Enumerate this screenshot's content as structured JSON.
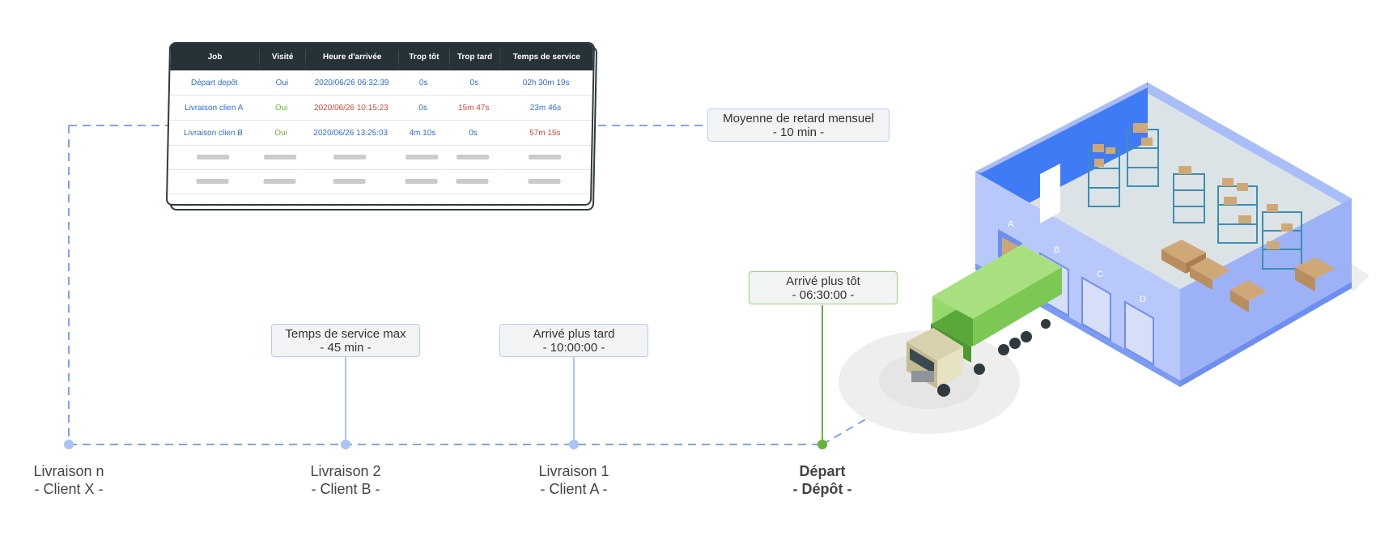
{
  "table": {
    "headers": [
      "Job",
      "Visité",
      "Heure d'arrivée",
      "Trop tôt",
      "Trop tard",
      "Temps de service"
    ],
    "rows": [
      {
        "job": "Départ depôt",
        "visited": "Oui",
        "arrival": "2020/06/26 06:32:39",
        "too_early": "0s",
        "too_late": "0s",
        "service": "02h 30m 19s"
      },
      {
        "job": "Livraison clien A",
        "visited": "Oui",
        "arrival": "2020/06/26 10:15:23",
        "too_early": "0s",
        "too_late": "15m 47s",
        "service": "23m 46s"
      },
      {
        "job": "Livraison clien B",
        "visited": "Oui",
        "arrival": "2020/06/26 13:25:03",
        "too_early": "4m 10s",
        "too_late": "0s",
        "service": "57m 15s"
      }
    ],
    "placeholder_rows": 2
  },
  "callouts": {
    "monthly_delay": {
      "line1": "Moyenne de retard mensuel",
      "line2": "- 10 min -"
    },
    "service_max": {
      "line1": "Temps de service max",
      "line2": "- 45 min -"
    },
    "late": {
      "line1": "Arrivé plus tard",
      "line2": "- 10:00:00 -"
    },
    "early": {
      "line1": "Arrivé plus tôt",
      "line2": "- 06:30:00 -"
    }
  },
  "stops": {
    "n": {
      "line1": "Livraison n",
      "line2": "- Client X -"
    },
    "two": {
      "line1": "Livraison 2",
      "line2": "- Client B -"
    },
    "one": {
      "line1": "Livraison 1",
      "line2": "- Client A -"
    },
    "start": {
      "line1": "Départ",
      "line2": "- Dépôt -"
    }
  },
  "warehouse": {
    "door_letters": [
      "A",
      "B",
      "C",
      "D"
    ]
  },
  "colors": {
    "route_blue": "#7fa4ec",
    "stop_blue": "#a9c3f5",
    "stop_green": "#6bb338",
    "table_header": "#263238",
    "text_blue": "#2e6bd9",
    "text_green": "#6bb338",
    "text_red": "#d9463b",
    "truck_green": "#7dc855",
    "warehouse_blue": "#7b9bf4"
  }
}
